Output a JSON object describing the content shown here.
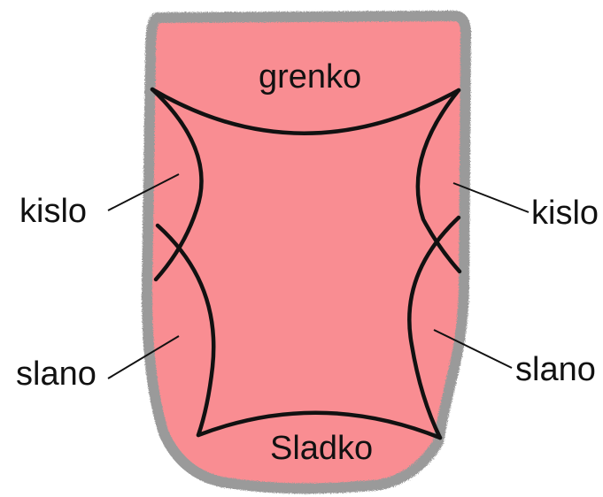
{
  "diagram": {
    "colors": {
      "tongue_fill": "#F98D92",
      "outline": "#9A9A9A",
      "zone_lines": "#111111",
      "leader_lines": "#111111",
      "text": "#111111",
      "background": "#FFFFFF"
    },
    "zones": {
      "top": "grenko",
      "bottom": "Sladko",
      "left_upper": "kislo",
      "left_lower": "slano",
      "right_upper": "kislo",
      "right_lower": "slano"
    }
  }
}
